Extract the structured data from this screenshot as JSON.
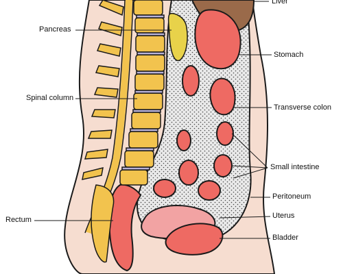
{
  "labels": {
    "liver": "Liver",
    "pancreas": "Pancreas",
    "stomach": "Stomach",
    "spinal_column": "Spinal column",
    "transverse_colon": "Transverse colon",
    "small_intestine": "Small intestine",
    "peritoneum": "Peritoneum",
    "uterus": "Uterus",
    "rectum": "Rectum",
    "bladder": "Bladder"
  },
  "colors": {
    "skin": "#f6ddd0",
    "spine": "#f2c34e",
    "disc": "#b9b3d9",
    "organ": "#ee6a63",
    "liver": "#9a6a4a",
    "pancreas": "#e8d24a",
    "peritoneal_fill": "#dcdcdc",
    "uterus": "#f2a3a3",
    "outline": "#1a1a1a"
  }
}
